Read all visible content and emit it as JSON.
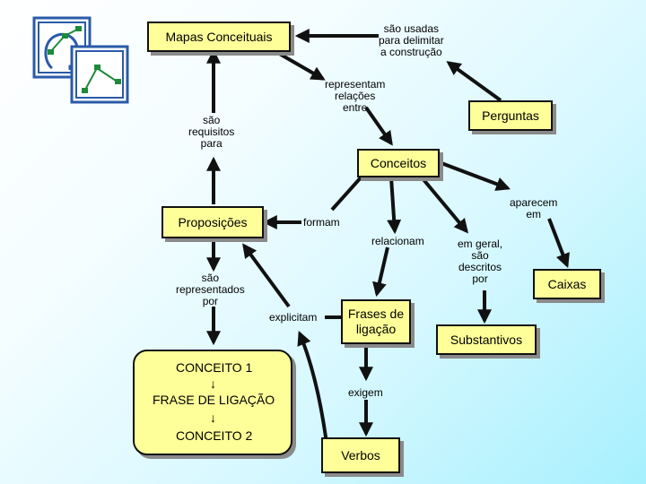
{
  "nodes": {
    "mapas": "Mapas Conceituais",
    "perguntas": "Perguntas",
    "conceitos": "Conceitos",
    "proposicoes": "Proposições",
    "caixas": "Caixas",
    "frases": [
      "Frases de",
      "ligação"
    ],
    "substantivos": "Substantivos",
    "verbos": "Verbos"
  },
  "links": {
    "sao_usadas": [
      "são usadas",
      "para delimitar",
      "a construção"
    ],
    "representam": [
      "representam",
      "relações",
      "entre"
    ],
    "sao_requisitos": [
      "são",
      "requisitos",
      "para"
    ],
    "formam": "formam",
    "relacionam": "relacionam",
    "aparecem": [
      "aparecem",
      "em"
    ],
    "em_geral": [
      "em geral,",
      "são",
      "descritos",
      "por"
    ],
    "sao_representados": [
      "são",
      "representados",
      "por"
    ],
    "explicitam": "explicitam",
    "exigem": "exigem"
  },
  "structure_box": {
    "line1": "CONCEITO 1",
    "line2": "FRASE DE LIGAÇÃO",
    "line3": "CONCEITO 2",
    "arrow": "↓"
  },
  "colors": {
    "node_fill": "#ffff99",
    "stroke": "#111111",
    "shadow": "#8a8a8a",
    "logo_green": "#1d8a3a",
    "logo_blue": "#2a5aa8"
  }
}
